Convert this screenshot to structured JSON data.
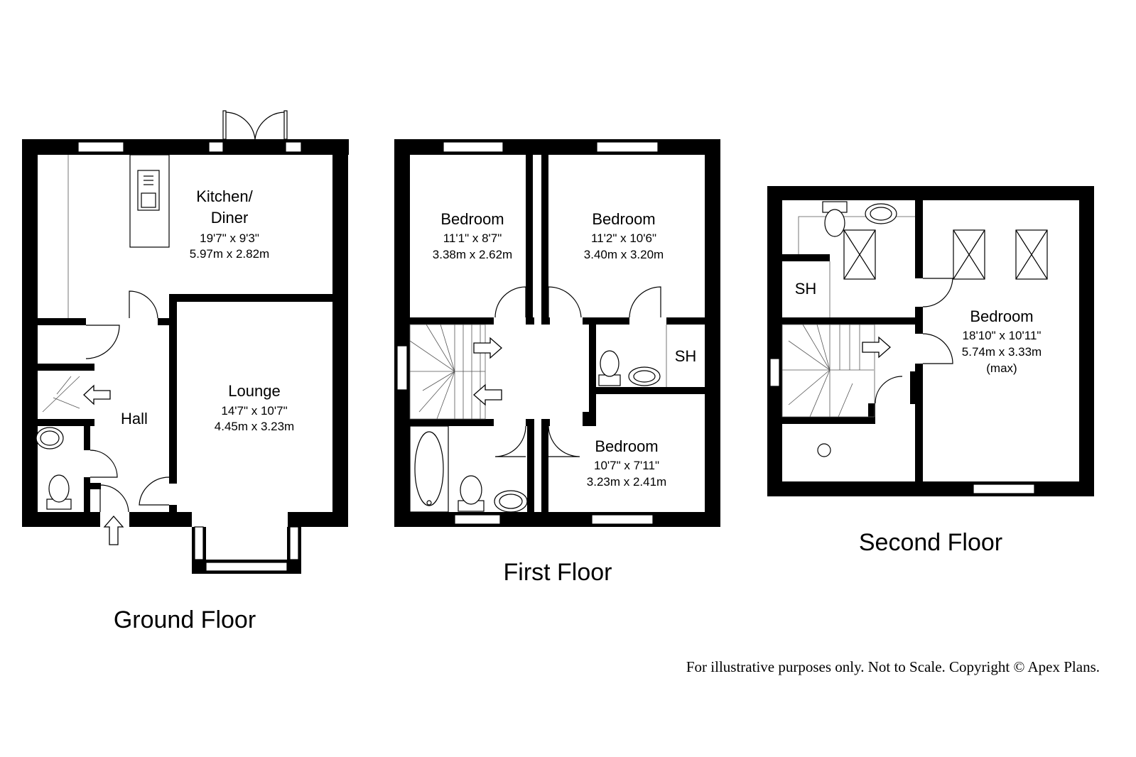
{
  "ground_floor": {
    "title": "Ground Floor",
    "kitchen": {
      "name_line1": "Kitchen/",
      "name_line2": "Diner",
      "imperial": "19'7\" x 9'3\"",
      "metric": "5.97m x 2.82m"
    },
    "lounge": {
      "name": "Lounge",
      "imperial": "14'7\" x 10'7\"",
      "metric": "4.45m x 3.23m"
    },
    "hall": {
      "name": "Hall"
    }
  },
  "first_floor": {
    "title": "First Floor",
    "bedroom_1": {
      "name": "Bedroom",
      "imperial": "11'1\" x 8'7\"",
      "metric": "3.38m x 2.62m"
    },
    "bedroom_2": {
      "name": "Bedroom",
      "imperial": "11'2\" x 10'6\"",
      "metric": "3.40m x 3.20m"
    },
    "bedroom_3": {
      "name": "Bedroom",
      "imperial": "10'7\" x 7'11\"",
      "metric": "3.23m x 2.41m"
    },
    "sh_label": "SH"
  },
  "second_floor": {
    "title": "Second Floor",
    "bedroom": {
      "name": "Bedroom",
      "imperial": "18'10\" x 10'11\"",
      "metric": "5.74m x 3.33m",
      "note": "(max)"
    },
    "sh_label": "SH"
  },
  "footer": {
    "copyright": "For illustrative purposes only. Not to Scale. Copyright © Apex Plans."
  }
}
